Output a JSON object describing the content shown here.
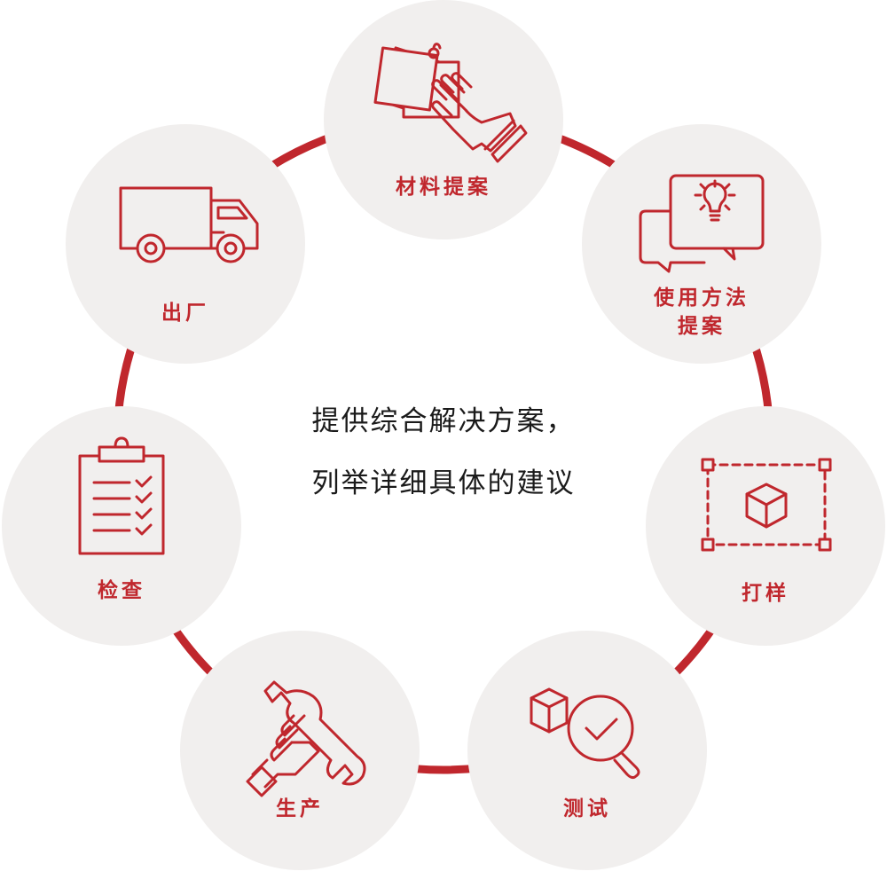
{
  "center": {
    "line1": "提供综合解决方案，",
    "line2": "列举详细具体的建议"
  },
  "colors": {
    "accent": "#c0272d",
    "node_bg": "#f1efee",
    "text": "#1a1a1a"
  },
  "steps": [
    {
      "id": "material",
      "icon": "hand-with-tags-icon",
      "lines": [
        "材料提案"
      ]
    },
    {
      "id": "usage",
      "icon": "speech-bubbles-lightbulb-icon",
      "lines": [
        "使用方法",
        "提案"
      ]
    },
    {
      "id": "sample",
      "icon": "cube-selection-icon",
      "lines": [
        "打样"
      ]
    },
    {
      "id": "test",
      "icon": "magnifier-check-cube-icon",
      "lines": [
        "测试"
      ]
    },
    {
      "id": "production",
      "icon": "hand-wrench-icon",
      "lines": [
        "生产"
      ]
    },
    {
      "id": "inspection",
      "icon": "clipboard-checklist-icon",
      "lines": [
        "检查"
      ]
    },
    {
      "id": "shipping",
      "icon": "delivery-truck-icon",
      "lines": [
        "出厂"
      ]
    }
  ]
}
